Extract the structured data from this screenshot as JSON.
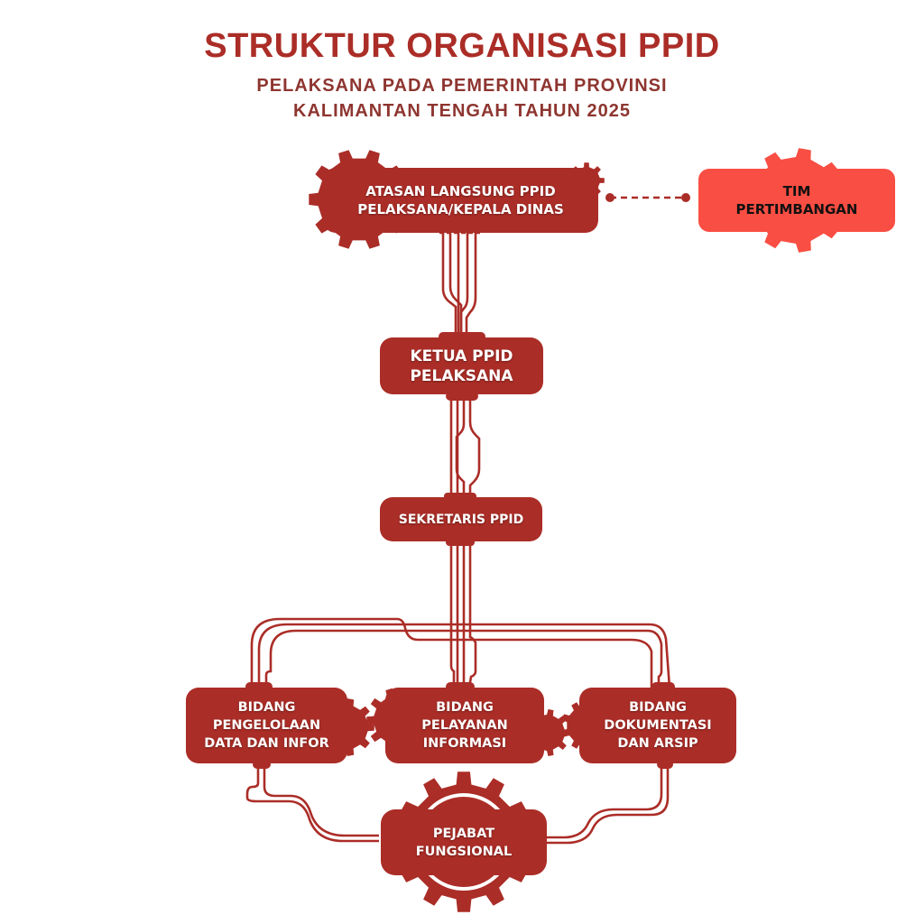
{
  "header": {
    "title": "STRUKTUR ORGANISASI PPID",
    "subtitle_line1": "PELAKSANA PADA PEMERINTAH PROVINSI",
    "subtitle_line2": "KALIMANTAN TENGAH TAHUN 2025"
  },
  "colors": {
    "primary": "#ab2d27",
    "accent": "#f94e43",
    "title": "#ab2d27",
    "subtitle": "#8e3530"
  },
  "nodes": {
    "atasan": "ATASAN LANGSUNG PPID\nPELAKSANA/KEPALA DINAS",
    "tim": "TIM\nPERTIMBANGAN",
    "ketua": "KETUA PPID\nPELAKSANA",
    "sekretaris": "SEKRETARIS PPID",
    "bidang1": "BIDANG\nPENGELOLAAN\nDATA DAN INFOR",
    "bidang2": "BIDANG\nPELAYANAN\nINFORMASI",
    "bidang3": "BIDANG\nDOKUMENTASI\nDAN ARSIP",
    "pejabat": "PEJABAT\nFUNGSIONAL"
  },
  "edges": [
    {
      "from": "atasan",
      "to": "tim",
      "style": "dashed"
    },
    {
      "from": "atasan",
      "to": "ketua",
      "style": "circuit"
    },
    {
      "from": "ketua",
      "to": "sekretaris",
      "style": "circuit"
    },
    {
      "from": "sekretaris",
      "to": "bidang1",
      "style": "circuit"
    },
    {
      "from": "sekretaris",
      "to": "bidang2",
      "style": "circuit"
    },
    {
      "from": "sekretaris",
      "to": "bidang3",
      "style": "circuit"
    },
    {
      "from": "bidang1",
      "to": "pejabat",
      "style": "circuit"
    },
    {
      "from": "bidang3",
      "to": "pejabat",
      "style": "circuit"
    }
  ]
}
